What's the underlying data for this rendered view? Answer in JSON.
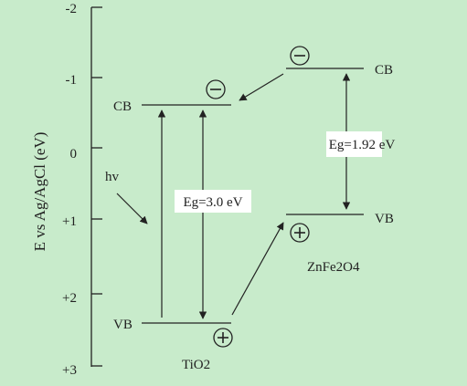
{
  "axis": {
    "title": "E vs Ag/AgCl (eV)",
    "ticks": [
      "-2",
      "-1",
      "0",
      "+1",
      "+2",
      "+3"
    ]
  },
  "tio2": {
    "name": "TiO2",
    "cb_label": "CB",
    "vb_label": "VB",
    "gap_label": "Eg=3.0 eV"
  },
  "znfe2o4": {
    "name": "ZnFe2O4",
    "cb_label": "CB",
    "vb_label": "VB",
    "gap_label": "Eg=1.92 eV"
  },
  "light_label": "hv",
  "colors": {
    "background": "#c8ebcb",
    "line": "#222222",
    "label_box": "#ffffff"
  }
}
